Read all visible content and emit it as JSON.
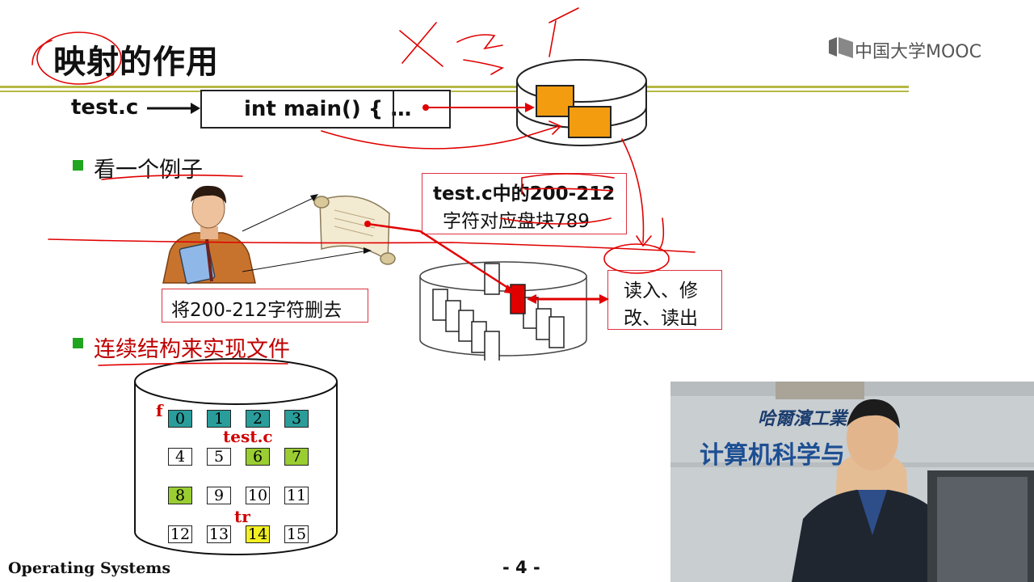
{
  "slide": {
    "title": "映射的作用",
    "logo_text": "中国大学MOOC",
    "file_label": "test.c",
    "code": "int main() { …",
    "bullet1": "看一个例子",
    "bullet2": "连续结构来实现文件",
    "mapping_line1": "test.c中的200-212",
    "mapping_line2": "字符对应盘块789",
    "delete_text": "将200-212字符删去",
    "rw_line1": "读入、修",
    "rw_line2": "改、读出"
  },
  "disk": {
    "rows": [
      [
        {
          "n": "0",
          "color": "teal"
        },
        {
          "n": "1",
          "color": "teal"
        },
        {
          "n": "2",
          "color": "teal"
        },
        {
          "n": "3",
          "color": "teal"
        }
      ],
      [
        {
          "n": "4",
          "color": "white"
        },
        {
          "n": "5",
          "color": "white"
        },
        {
          "n": "6",
          "color": "green"
        },
        {
          "n": "7",
          "color": "green"
        }
      ],
      [
        {
          "n": "8",
          "color": "green"
        },
        {
          "n": "9",
          "color": "white"
        },
        {
          "n": "10",
          "color": "white"
        },
        {
          "n": "11",
          "color": "white"
        }
      ],
      [
        {
          "n": "12",
          "color": "white"
        },
        {
          "n": "13",
          "color": "white"
        },
        {
          "n": "14",
          "color": "yellow"
        },
        {
          "n": "15",
          "color": "white"
        }
      ]
    ],
    "label_f": "f",
    "label_testc": "test.c",
    "label_tr": "tr"
  },
  "footer": {
    "title": "Operating Systems",
    "page": "- 4 -"
  },
  "video": {
    "sign_line1": "哈爾濱工業",
    "sign_line2": "计算机科学与"
  },
  "colors": {
    "accent_rule": "#b5b843",
    "bullet": "#1fa51f",
    "annotation_red": "#d10000",
    "block_teal": "#2a9d9b",
    "block_green": "#9acd32",
    "block_yellow": "#f2ef22",
    "disk_orange": "#f39c0f"
  },
  "icons": {
    "logo": "mooc-logo-icon",
    "person": "person-reading-icon",
    "scroll": "scroll-icon"
  }
}
